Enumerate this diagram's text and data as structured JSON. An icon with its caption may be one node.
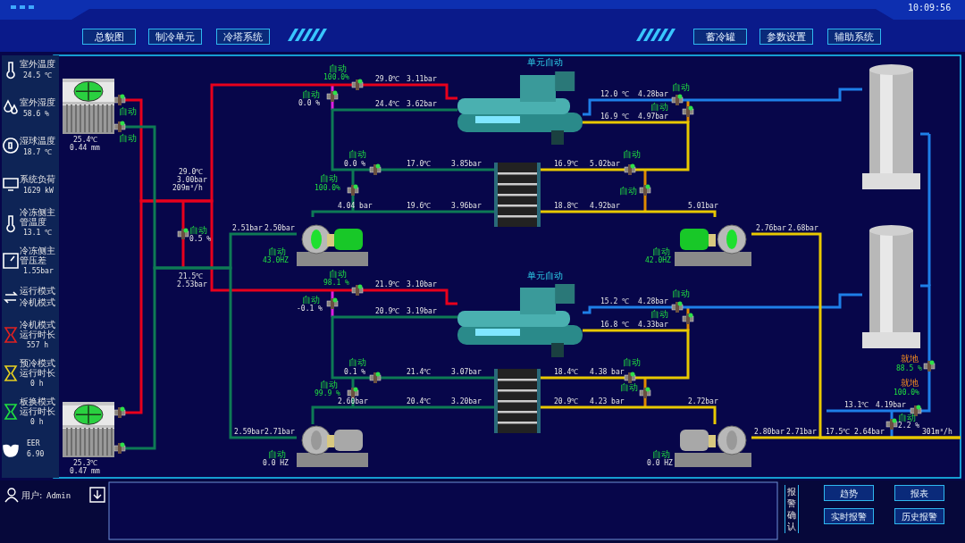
{
  "diagram": {
    "nodes": [
      {
        "text": [],
        "shape": "picture",
        "beside": [
          "25.4℃",
          "0.44 mm"
        ]
      },
      {
        "text": [],
        "shape": "picture",
        "beside": [
          "单元自动"
        ]
      },
      {
        "text": [],
        "shape": "picture"
      },
      {
        "text": [],
        "shape": "picture",
        "beside": [
          "自动",
          "43.0HZ"
        ]
      },
      {
        "text": [],
        "shape": "picture",
        "beside": [
          "自动",
          "42.0HZ"
        ]
      },
      {
        "text": [],
        "shape": "picture"
      },
      {
        "text": [],
        "shape": "picture",
        "beside": [
          "单元自动"
        ]
      },
      {
        "text": [],
        "shape": "picture"
      },
      {
        "text": [],
        "shape": "picture",
        "beside": [
          "25.3℃",
          "0.47 mm"
        ]
      },
      {
        "text": [],
        "shape": "picture",
        "beside": [
          "自动",
          "0.0 HZ"
        ]
      },
      {
        "text": [],
        "shape": "picture",
        "beside": [
          "自动",
          "0.0 HZ"
        ]
      },
      {
        "text": [],
        "shape": "picture"
      }
    ],
    "edges": [
      {
        "from": 0,
        "to": 1,
        "arrow": "none",
        "color": "#e8001c"
      },
      {
        "from": 8,
        "to": 6,
        "arrow": "none",
        "color": "#e8001c"
      },
      {
        "from": 3,
        "to": 0,
        "arrow": "none"
      },
      {
        "from": 9,
        "to": 8,
        "arrow": "none"
      },
      {
        "from": 1,
        "to": 2,
        "arrow": "none"
      },
      {
        "from": 2,
        "to": 3,
        "arrow": "none"
      },
      {
        "from": 6,
        "to": 7,
        "arrow": "none"
      },
      {
        "from": 7,
        "to": 9,
        "arrow": "none"
      },
      {
        "from": 1,
        "to": 5,
        "arrow": "none",
        "color": "#1e7fe8"
      },
      {
        "from": 6,
        "to": 11,
        "arrow": "none",
        "color": "#1e7fe8"
      },
      {
        "from": 1,
        "to": 2,
        "arrow": "none",
        "color": "#e8c800"
      },
      {
        "from": 2,
        "to": 4,
        "arrow": "none",
        "color": "#e8c800"
      },
      {
        "from": 6,
        "to": 7,
        "arrow": "none",
        "color": "#e8c800"
      },
      {
        "from": 7,
        "to": 10,
        "arrow": "none",
        "color": "#e8c800"
      },
      {
        "from": 4,
        "to": null,
        "arrow": "none",
        "color": "#e8c800"
      },
      {
        "from": 10,
        "to": null,
        "arrow": "none",
        "color": "#e8c800"
      },
      {
        "from": 11,
        "to": null,
        "arrow": "none",
        "color": "#1e7fe8"
      }
    ],
    "labels": [
      "总貌图",
      "制冷单元",
      "冷塔系统",
      "蓄冷罐",
      "参数设置",
      "辅助系统",
      "10:09:56",
      "室外温度",
      "24.5 ℃",
      "室外湿度",
      "58.6 %",
      "湿球温度",
      "18.7 ℃",
      "系统负荷",
      "1629 kW",
      "冷冻侧主管温度",
      "13.1 ℃",
      "冷冻侧主管压差",
      "1.55bar",
      "运行模式",
      "冷机模式",
      "冷机模式运行时长",
      "557 h",
      "预冷模式运行时长",
      "0 h",
      "板换模式运行时长",
      "0 h",
      "EER",
      "6.90",
      "自动",
      "自动",
      "29.0℃",
      "3.00bar",
      "209m³/h",
      "自动",
      "0.5 %",
      "21.5℃",
      "2.53bar",
      "自动",
      "100.0%",
      "29.0℃",
      "3.11bar",
      "自动",
      "0.0 %",
      "24.4℃",
      "3.62bar",
      "12.0 ℃",
      "4.28bar",
      "自动",
      "自动",
      "16.9 ℃",
      "4.97bar",
      "自动",
      "0.0 %",
      "17.0℃",
      "3.85bar",
      "16.9℃",
      "5.02bar",
      "自动",
      "自动",
      "100.0%",
      "自动",
      "4.04 bar",
      "19.6℃",
      "3.96bar",
      "18.8℃",
      "4.92bar",
      "5.01bar",
      "2.51bar",
      "2.50bar",
      "2.76bar",
      "2.68bar",
      "自动",
      "98.1 %",
      "21.9℃",
      "3.10bar",
      "自动",
      "-0.1 %",
      "20.9℃",
      "3.19bar",
      "15.2 ℃",
      "4.28bar",
      "自动",
      "自动",
      "16.8 ℃",
      "4.33bar",
      "自动",
      "0.1 %",
      "21.4℃",
      "3.07bar",
      "18.4℃",
      "4.38 bar",
      "自动",
      "自动",
      "99.9 %",
      "自动",
      "2.60bar",
      "20.4℃",
      "3.20bar",
      "20.9℃",
      "4.23 bar",
      "2.72bar",
      "2.59bar",
      "2.71bar",
      "2.80bar",
      "2.71bar",
      "17.5℃",
      "2.64bar",
      "301m³/h",
      "就地",
      "88.5 %",
      "13.1℃",
      "4.19bar",
      "就地",
      "100.0%",
      "自动",
      "2.2 %",
      "用户:",
      "Admin",
      "报警确认",
      "趋势",
      "报表",
      "实时报警",
      "历史报警"
    ]
  }
}
